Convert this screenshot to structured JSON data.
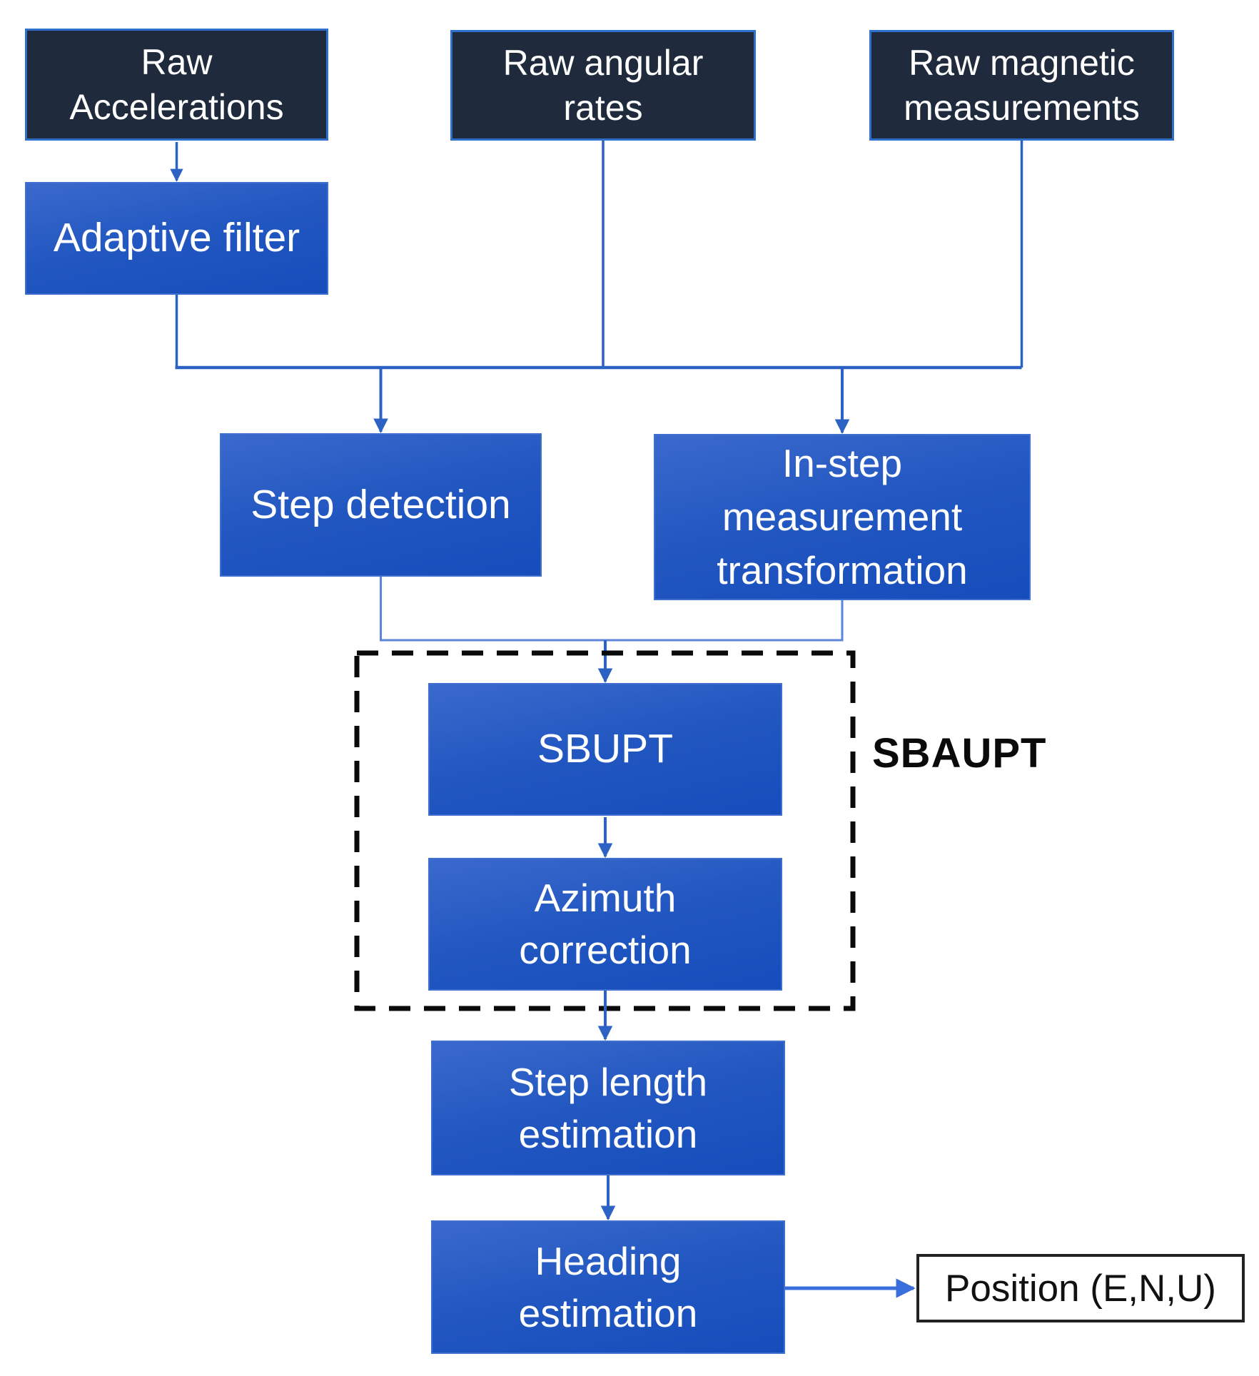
{
  "diagram": {
    "nodes": {
      "raw_accelerations": {
        "label": "Raw Accelerations",
        "type": "source"
      },
      "raw_angular_rates": {
        "label": "Raw angular rates",
        "type": "source"
      },
      "raw_magnetic_measurements": {
        "label": "Raw magnetic measurements",
        "type": "source"
      },
      "adaptive_filter": {
        "label": "Adaptive filter",
        "type": "process"
      },
      "step_detection": {
        "label": "Step detection",
        "type": "process"
      },
      "in_step_measurement_transformation": {
        "label": "In-step measurement transformation",
        "type": "process"
      },
      "sbupt": {
        "label": "SBUPT",
        "type": "process"
      },
      "azimuth_correction": {
        "label": "Azimuth correction",
        "type": "process"
      },
      "step_length_estimation": {
        "label": "Step length estimation",
        "type": "process"
      },
      "heading_estimation": {
        "label": "Heading estimation",
        "type": "process"
      },
      "position": {
        "label": "Position (E,N,U)",
        "type": "output"
      }
    },
    "group": {
      "label": "SBAUPT",
      "members": [
        "sbupt",
        "azimuth_correction"
      ],
      "border_style": "dashed"
    },
    "edges": [
      {
        "from": [
          "raw_accelerations"
        ],
        "to": [
          "adaptive_filter"
        ]
      },
      {
        "from": [
          "adaptive_filter",
          "raw_angular_rates",
          "raw_magnetic_measurements"
        ],
        "to": [
          "step_detection",
          "in_step_measurement_transformation"
        ]
      },
      {
        "from": [
          "step_detection",
          "in_step_measurement_transformation"
        ],
        "to": [
          "sbupt"
        ]
      },
      {
        "from": [
          "sbupt"
        ],
        "to": [
          "azimuth_correction"
        ]
      },
      {
        "from": [
          "azimuth_correction"
        ],
        "to": [
          "step_length_estimation"
        ]
      },
      {
        "from": [
          "step_length_estimation"
        ],
        "to": [
          "heading_estimation"
        ]
      },
      {
        "from": [
          "heading_estimation"
        ],
        "to": [
          "position"
        ]
      }
    ],
    "colors": {
      "source_box_fill": "#1f2b3d",
      "source_box_border": "#2e6fc9",
      "process_gradient_top": "#3a69cc",
      "process_gradient_bottom": "#164dbb",
      "process_box_border": "#3f70cf",
      "connector": "#2b62c4",
      "junction_line": "#5b85d8",
      "output_arrow": "#3a6edd",
      "group_border": "#0a0a0a",
      "output_box_border": "#222222",
      "text_on_blue": "#ffffff",
      "text_dark": "#111111"
    }
  }
}
